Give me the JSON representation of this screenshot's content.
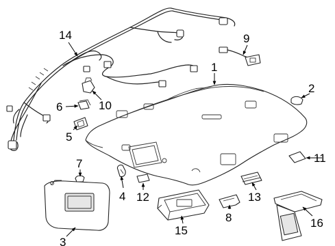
{
  "diagram": {
    "callouts": [
      {
        "id": "1",
        "label": "1"
      },
      {
        "id": "2",
        "label": "2"
      },
      {
        "id": "3",
        "label": "3"
      },
      {
        "id": "4",
        "label": "4"
      },
      {
        "id": "5",
        "label": "5"
      },
      {
        "id": "6",
        "label": "6"
      },
      {
        "id": "7",
        "label": "7"
      },
      {
        "id": "8",
        "label": "8"
      },
      {
        "id": "9",
        "label": "9"
      },
      {
        "id": "10",
        "label": "10"
      },
      {
        "id": "11",
        "label": "11"
      },
      {
        "id": "12",
        "label": "12"
      },
      {
        "id": "13",
        "label": "13"
      },
      {
        "id": "14",
        "label": "14"
      },
      {
        "id": "15",
        "label": "15"
      },
      {
        "id": "16",
        "label": "16"
      }
    ],
    "colors": {
      "line": "#222222",
      "background": "#ffffff",
      "shade": "#e6e6e6"
    }
  }
}
